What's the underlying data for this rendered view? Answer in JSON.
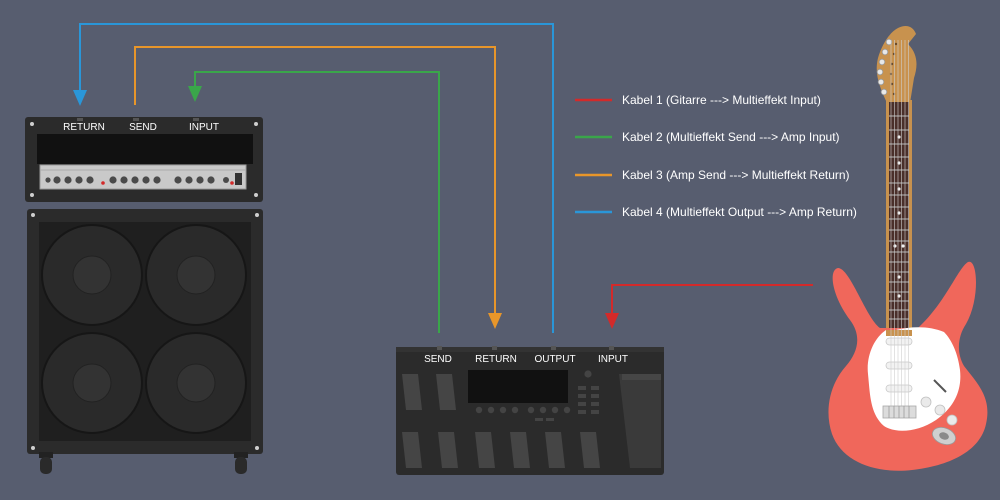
{
  "colors": {
    "background": "#575d6f",
    "cable_1": "#d32a2a",
    "cable_2": "#3aa64a",
    "cable_3": "#e8962a",
    "cable_4": "#2a96d8",
    "guitar_body": "#f0675b",
    "neck": "#c8924e",
    "fretboard": "#4a2f2a"
  },
  "amp_head": {
    "jacks": {
      "return": "RETURN",
      "send": "SEND",
      "input": "INPUT"
    }
  },
  "multieffect": {
    "jacks": {
      "send": "SEND",
      "return": "RETURN",
      "output": "OUTPUT",
      "input": "INPUT"
    }
  },
  "legend": [
    {
      "label": "Kabel 1 (Gitarre ---> Multieffekt Input)",
      "color": "#d32a2a"
    },
    {
      "label": "Kabel 2 (Multieffekt Send ---> Amp Input)",
      "color": "#3aa64a"
    },
    {
      "label": "Kabel 3 (Amp Send ---> Multieffekt Return)",
      "color": "#e8962a"
    },
    {
      "label": "Kabel 4 (Multieffekt Output ---> Amp Return)",
      "color": "#2a96d8"
    }
  ],
  "icons": {
    "amp_head": "amp-head-icon",
    "cabinet": "speaker-cabinet-icon",
    "multieffect": "multieffect-pedal-icon",
    "guitar": "electric-guitar-icon"
  }
}
